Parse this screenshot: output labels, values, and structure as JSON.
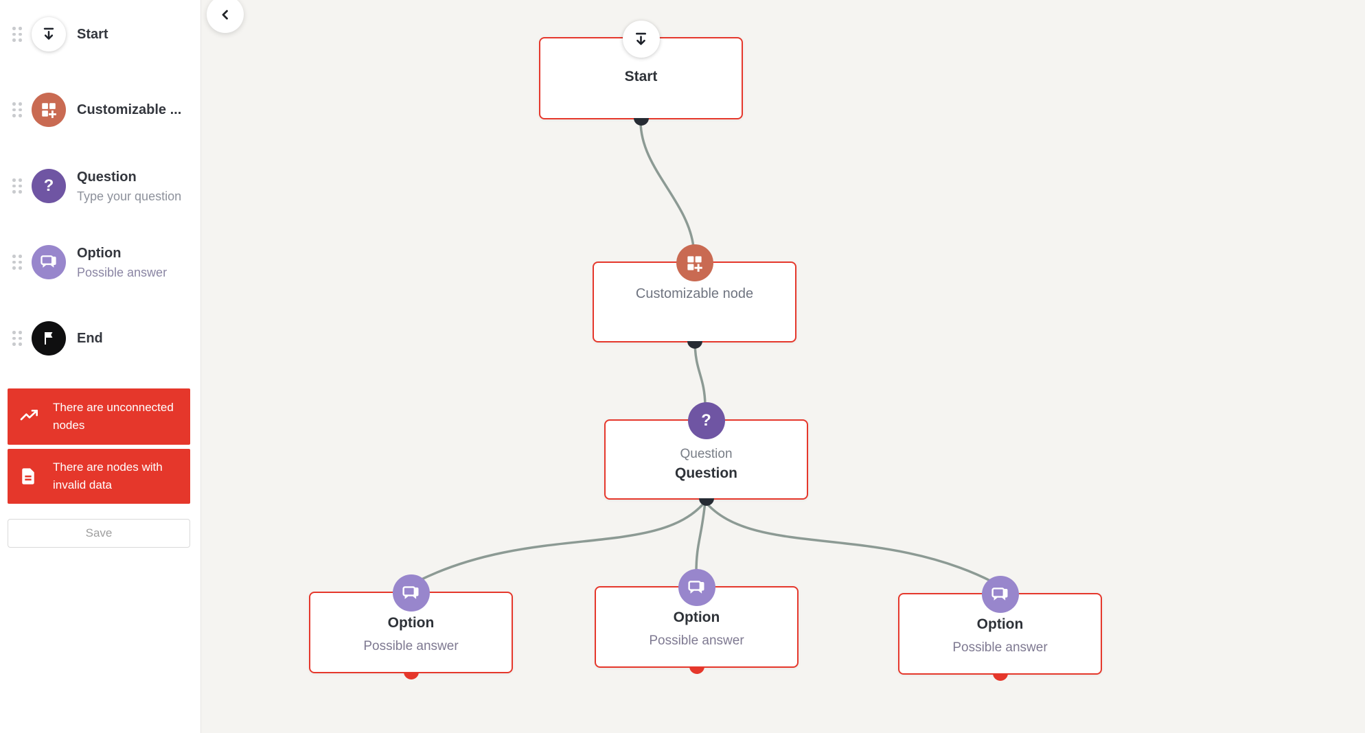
{
  "sidebar": {
    "items": [
      {
        "label": "Start",
        "subtitle": "",
        "icon": "start-icon"
      },
      {
        "label": "Customizable ...",
        "subtitle": "",
        "icon": "customizable-icon"
      },
      {
        "label": "Question",
        "subtitle": "Type your question",
        "icon": "question-icon"
      },
      {
        "label": "Option",
        "subtitle": "Possible answer",
        "icon": "option-icon"
      },
      {
        "label": "End",
        "subtitle": "",
        "icon": "end-flag-icon"
      }
    ],
    "warnings": [
      {
        "text": "There are unconnected nodes",
        "icon": "trending-up-icon"
      },
      {
        "text": "There are nodes with invalid data",
        "icon": "document-icon"
      }
    ],
    "save_label": "Save"
  },
  "canvas": {
    "back_icon": "chevron-left-icon",
    "nodes": [
      {
        "id": "start",
        "title": "Start"
      },
      {
        "id": "customizable",
        "title": "Customizable node"
      },
      {
        "id": "question",
        "type_label": "Question",
        "title": "Question"
      },
      {
        "id": "option-1",
        "title": "Option",
        "subtitle": "Possible answer"
      },
      {
        "id": "option-2",
        "title": "Option",
        "subtitle": "Possible answer"
      },
      {
        "id": "option-3",
        "title": "Option",
        "subtitle": "Possible answer"
      }
    ]
  },
  "colors": {
    "accent_red": "#e5372b",
    "customizable_orange": "#c96a52",
    "question_purple": "#6f55a3",
    "option_purple": "#9886cc",
    "end_black": "#0f0f10",
    "connector_gray": "#8c9a94",
    "output_dot_dark": "#262b33",
    "canvas_background": "#f5f4f1",
    "sidebar_background": "#ffffff"
  }
}
